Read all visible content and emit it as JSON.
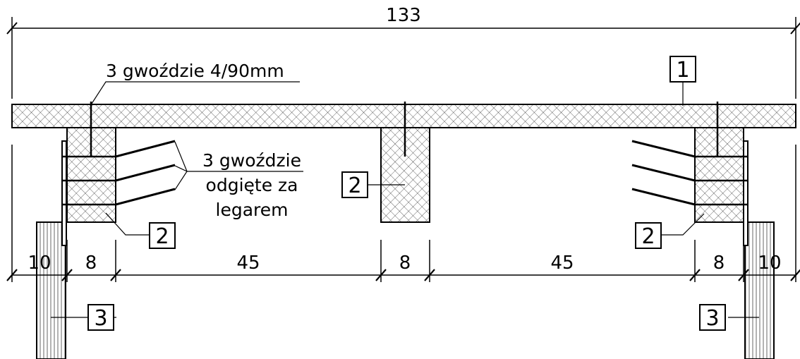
{
  "dimensions": {
    "overall": "133",
    "left_post": "10",
    "left_joist": "8",
    "left_span": "45",
    "middle_joist": "8",
    "right_span": "45",
    "right_joist": "8",
    "right_post": "10"
  },
  "annotations": {
    "top_nails": "3 gwoździe 4/90mm",
    "bent_nails_line1": "3 gwoździe",
    "bent_nails_line2": "odgięte za",
    "bent_nails_line3": "legarem"
  },
  "tags": {
    "board": "1",
    "joist_middle": "2",
    "joist_left": "2",
    "joist_right": "2",
    "post_left": "3",
    "post_right": "3"
  },
  "colors": {
    "line": "#000000",
    "background": "#ffffff"
  }
}
